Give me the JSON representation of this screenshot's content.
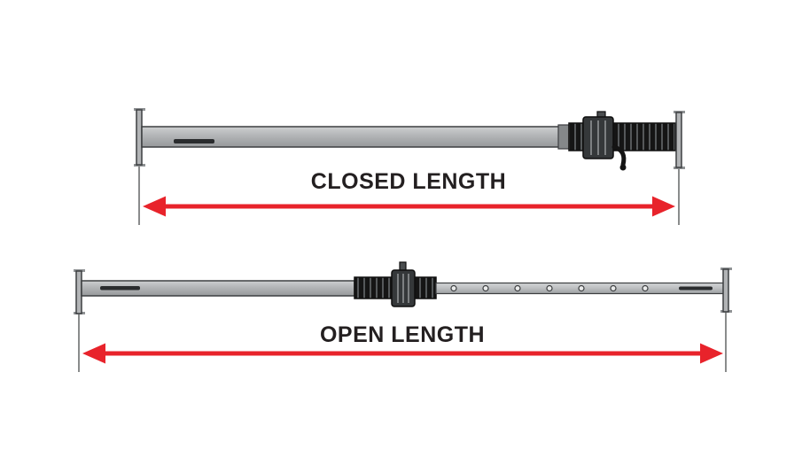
{
  "diagram": {
    "title": "adjustable shoring prop closed vs open length",
    "closed": {
      "label": "CLOSED LENGTH"
    },
    "open": {
      "label": "OPEN LENGTH"
    }
  },
  "colors": {
    "arrow_red": "#e8232b",
    "text": "#231f20",
    "background": "#ffffff"
  }
}
